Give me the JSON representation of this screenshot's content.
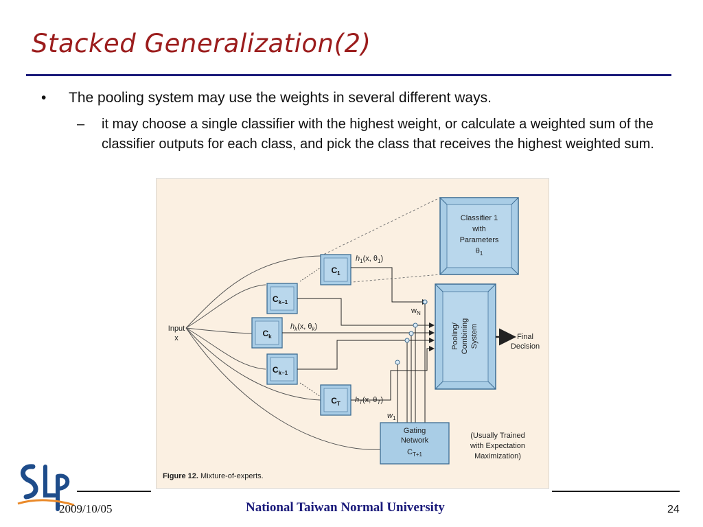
{
  "slide": {
    "title": "Stacked Generalization(2)",
    "bullet": "The pooling system may use the weights in several different ways.",
    "bullet_marker": "•",
    "sub_marker": "–",
    "sub_bullet": "it may choose a single classifier with the highest weight, or calculate a weighted sum of the classifier outputs for each class, and pick the class that receives the highest weighted sum."
  },
  "diagram": {
    "classifier_detail": [
      "Classifier 1",
      "with",
      "Parameters",
      "θ",
      "1"
    ],
    "input_label": [
      "Input",
      "x"
    ],
    "c1_label": "C",
    "c1_sub": "1",
    "ck1_label": "C",
    "ck1_sub": "k−1",
    "ck_label": "C",
    "ck_sub": "k",
    "ck1b_label": "C",
    "ck1b_sub": "k−1",
    "ct_label": "C",
    "ct_sub": "T",
    "h1": [
      "h",
      "1",
      "(x, θ",
      "1",
      ")"
    ],
    "hk": [
      "h",
      "k",
      "(x, θ",
      "k",
      ")"
    ],
    "ht": [
      "h",
      "T",
      "(x, θ",
      "T",
      ")"
    ],
    "wn": [
      "w",
      "N"
    ],
    "w1": [
      "w",
      "1"
    ],
    "pooling_label": [
      "Pooling/",
      "Combining",
      "System"
    ],
    "final_label": [
      "Final",
      "Decision"
    ],
    "gating_label": [
      "Gating",
      "Network",
      "C",
      "T+1"
    ],
    "gating_note": [
      "(Usually Trained",
      "with Expectation",
      "Maximization)"
    ],
    "caption_bold": "Figure 12.",
    "caption_text": " Mixture-of-experts."
  },
  "footer": {
    "date": "2009/10/05",
    "university": "National Taiwan Normal University",
    "page": "24",
    "logo_text": "SLP"
  },
  "colors": {
    "title": "#9b1c1c",
    "rule": "#1a1a7a",
    "figure_bg": "#fbf0e2",
    "box_fill": "#a9cde6",
    "box_edge": "#3d6d93"
  }
}
